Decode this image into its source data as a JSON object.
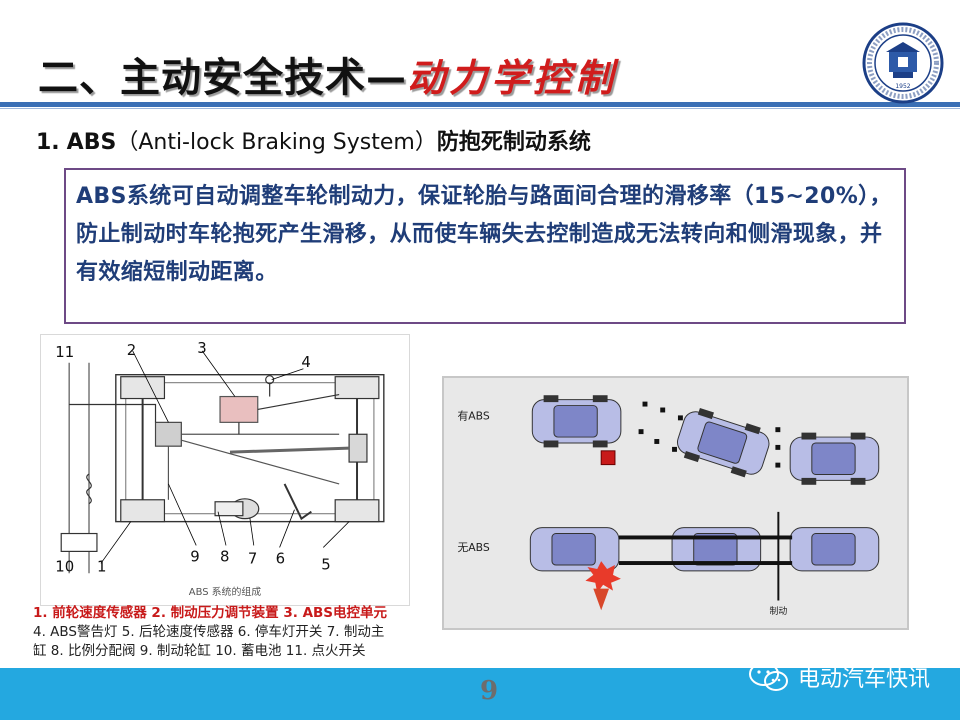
{
  "title": {
    "main": "二、主动安全技术—",
    "accent": "动力学控制"
  },
  "logo": {
    "ring_text": "CHINA UNIVERSITY OF ...",
    "icon": "university-seal-icon"
  },
  "subtitle": {
    "number": "1.",
    "abbr": "ABS",
    "paren_open": "（",
    "full_name": "Anti-lock Braking System",
    "paren_close": "）",
    "cn_name": "防抱死制动系统"
  },
  "description": "ABS系统可自动调整车轮制动力，保证轮胎与路面间合理的滑移率（15~20%），防止制动时车轮抱死产生滑移，从而使车辆失去控制造成无法转向和侧滑现象，并有效缩短制动距离。",
  "left_diagram": {
    "caption": "ABS 系统的组成",
    "numbers": [
      "11",
      "2",
      "3",
      "4",
      "10",
      "1",
      "9",
      "8",
      "7",
      "6",
      "5"
    ]
  },
  "right_diagram": {
    "with_abs_label": "有ABS",
    "without_abs_label": "无ABS",
    "brake_label": "制动"
  },
  "legend": {
    "line1": "1. 前轮速度传感器 2. 制动压力调节装置 3. ABS电控单元",
    "line2": "4. ABS警告灯 5. 后轮速度传感器 6. 停车灯开关 7. 制动主",
    "line3": "缸 8. 比例分配阀 9. 制动轮缸 10. 蓄电池 11. 点火开关"
  },
  "footer": {
    "page": "9",
    "account": "电动汽车快讯",
    "icon": "wechat-icon"
  },
  "colors": {
    "accent_red": "#d01c1c",
    "rule_blue": "#3a6fb5",
    "footer_blue": "#24a8e0",
    "text_navy": "#1f3d78",
    "box_border": "#6d4a86"
  }
}
